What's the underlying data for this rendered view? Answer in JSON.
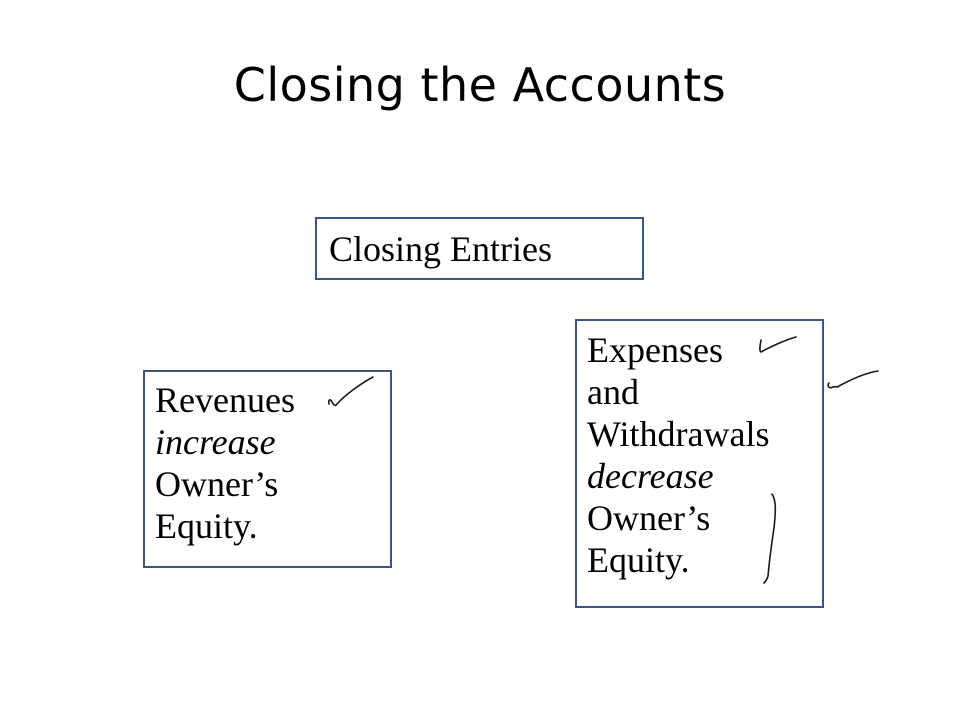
{
  "slide": {
    "title": "Closing the Accounts",
    "closing_entries_box": {
      "text": "Closing Entries"
    },
    "revenues_box": {
      "line1": "Revenues",
      "line2": "increase",
      "line3": "Owner’s",
      "line4": "Equity."
    },
    "expenses_box": {
      "line1": "Expenses",
      "line2": "and",
      "line3": "Withdrawals",
      "line4": "decrease",
      "line5": "Owner’s",
      "line6": "Equity."
    },
    "colors": {
      "box_border": "#3b5680",
      "text": "#000000",
      "background": "#ffffff"
    }
  }
}
